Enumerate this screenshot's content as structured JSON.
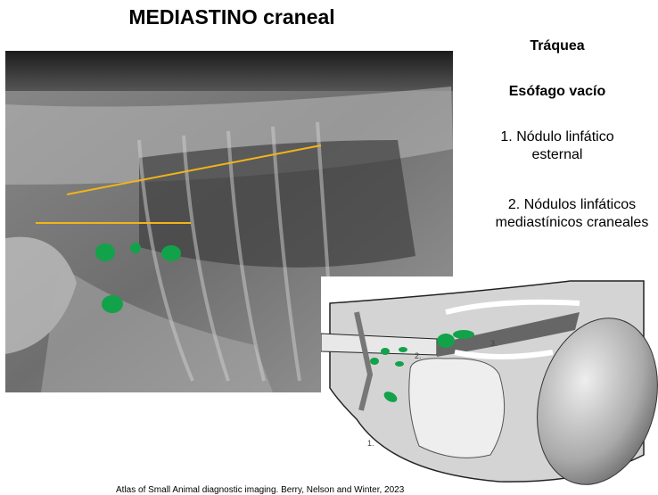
{
  "slide": {
    "title": "MEDIASTINO craneal",
    "labels": {
      "trachea": "Tráquea",
      "esophagus": "Esófago vacío",
      "sternal_node_line1": "1. Nódulo linfático",
      "sternal_node_line2": "esternal",
      "mediastinal_nodes_line1": "2. Nódulos linfáticos",
      "mediastinal_nodes_line2": "mediastínicos craneales"
    },
    "diagram_markers": [
      "1.",
      "2.",
      "3."
    ],
    "caption": "Atlas of Small Animal diagnostic imaging. Berry, Nelson and Winter, 2023",
    "colors": {
      "highlight_green": "#12a24a",
      "line_yellow": "#f2b418"
    }
  }
}
